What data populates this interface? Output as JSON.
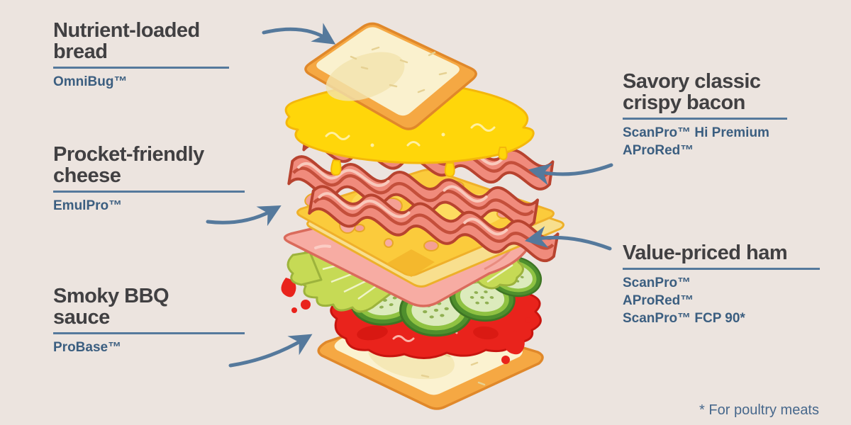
{
  "palette": {
    "background": "#ECE4DF",
    "heading_text": "#414042",
    "accent_blue": "#55799C",
    "product_text": "#3B5E80",
    "footnote_text": "#47688C",
    "bread_crust": "#F5A843",
    "bread_crumb": "#FBF2D0",
    "melt_yellow": "#FFD60A",
    "bacon_pink": "#F08B7C",
    "bacon_outline": "#B8432F",
    "cheese_yellow": "#FBCB3C",
    "ham_pink": "#F7ACA3",
    "lettuce_green": "#C6DA55",
    "cucumber_green": "#4F8F2D",
    "sauce_red": "#E9231C"
  },
  "labels": {
    "bread": {
      "title": "Nutrient-loaded bread",
      "products": [
        "OmniBug™"
      ]
    },
    "cheese": {
      "title": "Procket-friendly cheese",
      "products": [
        "EmulPro™"
      ]
    },
    "sauce": {
      "title": "Smoky BBQ sauce",
      "products": [
        "ProBase™"
      ]
    },
    "bacon": {
      "title": "Savory classic crispy bacon",
      "products": [
        "ScanPro™ Hi Premium",
        "AProRed™"
      ]
    },
    "ham": {
      "title": "Value-priced ham",
      "products": [
        "ScanPro™",
        "AProRed™",
        "ScanPro™ FCP 90*"
      ]
    }
  },
  "footnote": "* For poultry meats",
  "illustration": {
    "description": "Exploded sandwich with labelled ingredient layers",
    "layers": [
      "top toast slice",
      "melted cheese",
      "bacon strips",
      "swiss cheese slice",
      "ham slice",
      "lettuce leaves",
      "cucumber slices",
      "BBQ sauce splat",
      "bottom toast slice"
    ]
  }
}
